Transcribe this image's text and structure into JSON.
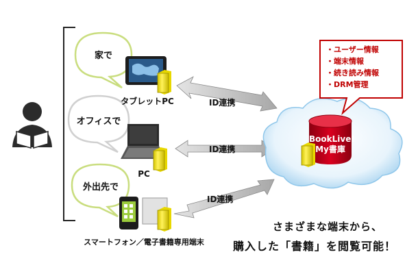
{
  "contexts": [
    {
      "label": "家で",
      "color": "#cfe08a"
    },
    {
      "label": "オフィスで",
      "color": "#d9d9d9"
    },
    {
      "label": "外出先で",
      "color": "#cfe08a"
    }
  ],
  "devices": [
    {
      "label": "タブレットPC",
      "icon": "tablet-icon"
    },
    {
      "label": "PC",
      "icon": "laptop-icon"
    },
    {
      "label": "スマートフォン／電子書籍専用端末",
      "icon": "smartphone-icon"
    }
  ],
  "links": [
    {
      "label": "ID連携"
    },
    {
      "label": "ID連携"
    },
    {
      "label": "ID連携"
    }
  ],
  "info_box": {
    "items": [
      "ユーザー情報",
      "端末情報",
      "続き読み情報",
      "DRM管理"
    ],
    "color": "#c00000"
  },
  "cloud": {
    "db_line1": "BookLive!",
    "db_line2": "My書庫",
    "db_color": "#c0001a"
  },
  "caption": {
    "line1": "さまざまな端末から、",
    "line2": "購入した「書籍」を閲覧可能！"
  }
}
